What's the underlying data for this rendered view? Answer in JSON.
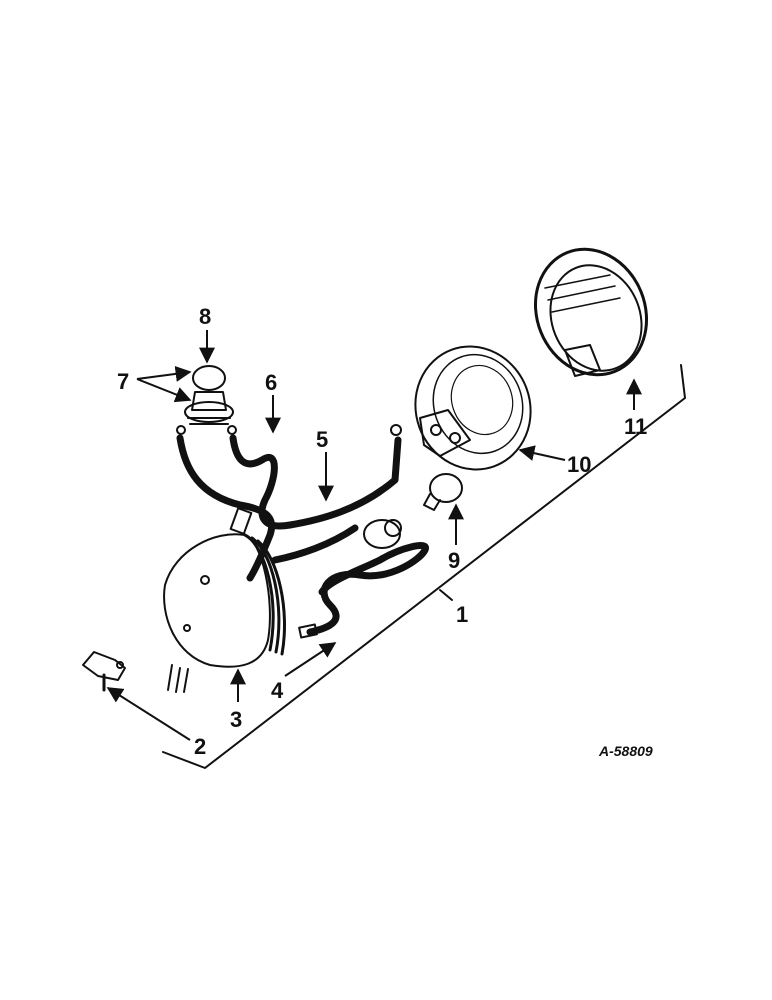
{
  "diagram": {
    "callouts": [
      {
        "id": "1",
        "label": "1"
      },
      {
        "id": "2",
        "label": "2"
      },
      {
        "id": "3",
        "label": "3"
      },
      {
        "id": "4",
        "label": "4"
      },
      {
        "id": "5",
        "label": "5"
      },
      {
        "id": "6",
        "label": "6"
      },
      {
        "id": "7",
        "label": "7"
      },
      {
        "id": "8",
        "label": "8"
      },
      {
        "id": "9",
        "label": "9"
      },
      {
        "id": "10",
        "label": "10"
      },
      {
        "id": "11",
        "label": "11"
      }
    ],
    "reference_code": "A-58809",
    "colors": {
      "ink": "#111111",
      "paper": "#ffffff"
    }
  }
}
